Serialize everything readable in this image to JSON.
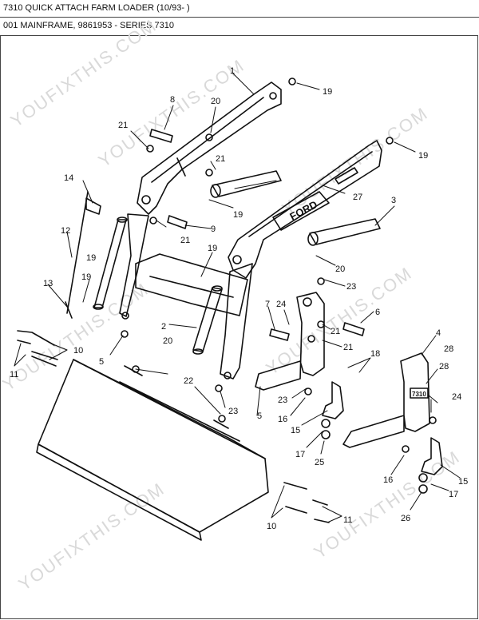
{
  "header": {
    "title": "7310 QUICK ATTACH FARM LOADER (10/93- )",
    "subtitle": "001 MAINFRAME, 9861953 - SERIES 7310"
  },
  "diagram": {
    "brand_text": "FORD",
    "model_plate": "7310",
    "watermark": "YOUFIXTHIS.COM",
    "callouts": [
      "1",
      "2",
      "3",
      "4",
      "5",
      "6",
      "7",
      "8",
      "9",
      "10",
      "10",
      "11",
      "11",
      "12",
      "13",
      "14",
      "15",
      "15",
      "16",
      "16",
      "17",
      "17",
      "18",
      "19",
      "19",
      "19",
      "19",
      "19",
      "19",
      "20",
      "20",
      "20",
      "21",
      "21",
      "21",
      "21",
      "21",
      "22",
      "23",
      "23",
      "24",
      "24",
      "25",
      "26",
      "27",
      "28",
      "28"
    ]
  }
}
